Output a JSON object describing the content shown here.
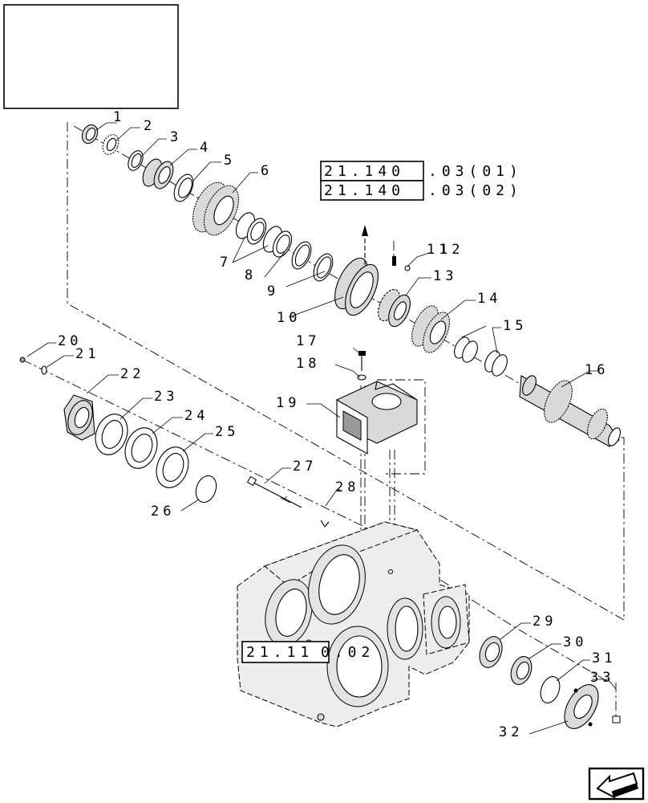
{
  "title_block": {
    "text": ""
  },
  "callouts": [
    {
      "id": "c1",
      "text": "1"
    },
    {
      "id": "c2",
      "text": "2"
    },
    {
      "id": "c3",
      "text": "3"
    },
    {
      "id": "c4",
      "text": "4"
    },
    {
      "id": "c5",
      "text": "5"
    },
    {
      "id": "c6",
      "text": "6"
    },
    {
      "id": "c7",
      "text": "7"
    },
    {
      "id": "c8",
      "text": "8"
    },
    {
      "id": "c9",
      "text": "9"
    },
    {
      "id": "c10",
      "text": "10"
    },
    {
      "id": "c11",
      "text": "11"
    },
    {
      "id": "c12",
      "text": "12"
    },
    {
      "id": "c13",
      "text": "13"
    },
    {
      "id": "c14",
      "text": "14"
    },
    {
      "id": "c15",
      "text": "15"
    },
    {
      "id": "c16",
      "text": "16"
    },
    {
      "id": "c17",
      "text": "17"
    },
    {
      "id": "c18",
      "text": "18"
    },
    {
      "id": "c19",
      "text": "19"
    },
    {
      "id": "c20",
      "text": "20"
    },
    {
      "id": "c21",
      "text": "21"
    },
    {
      "id": "c22",
      "text": "22"
    },
    {
      "id": "c23",
      "text": "23"
    },
    {
      "id": "c24",
      "text": "24"
    },
    {
      "id": "c25",
      "text": "25"
    },
    {
      "id": "c26",
      "text": "26"
    },
    {
      "id": "c27",
      "text": "27"
    },
    {
      "id": "c28",
      "text": "28"
    },
    {
      "id": "c29",
      "text": "29"
    },
    {
      "id": "c30",
      "text": "30"
    },
    {
      "id": "c31",
      "text": "31"
    },
    {
      "id": "c32",
      "text": "32"
    },
    {
      "id": "c33",
      "text": "33"
    }
  ],
  "references": [
    {
      "id": "ref1",
      "prefix": "21.140",
      "suffix": ".03(01)"
    },
    {
      "id": "ref2",
      "prefix": "21.140",
      "suffix": ".03(02)"
    },
    {
      "id": "ref3",
      "prefix": "21.11",
      "suffix": "0.02"
    }
  ],
  "nav_icon": "arrow-left-icon"
}
